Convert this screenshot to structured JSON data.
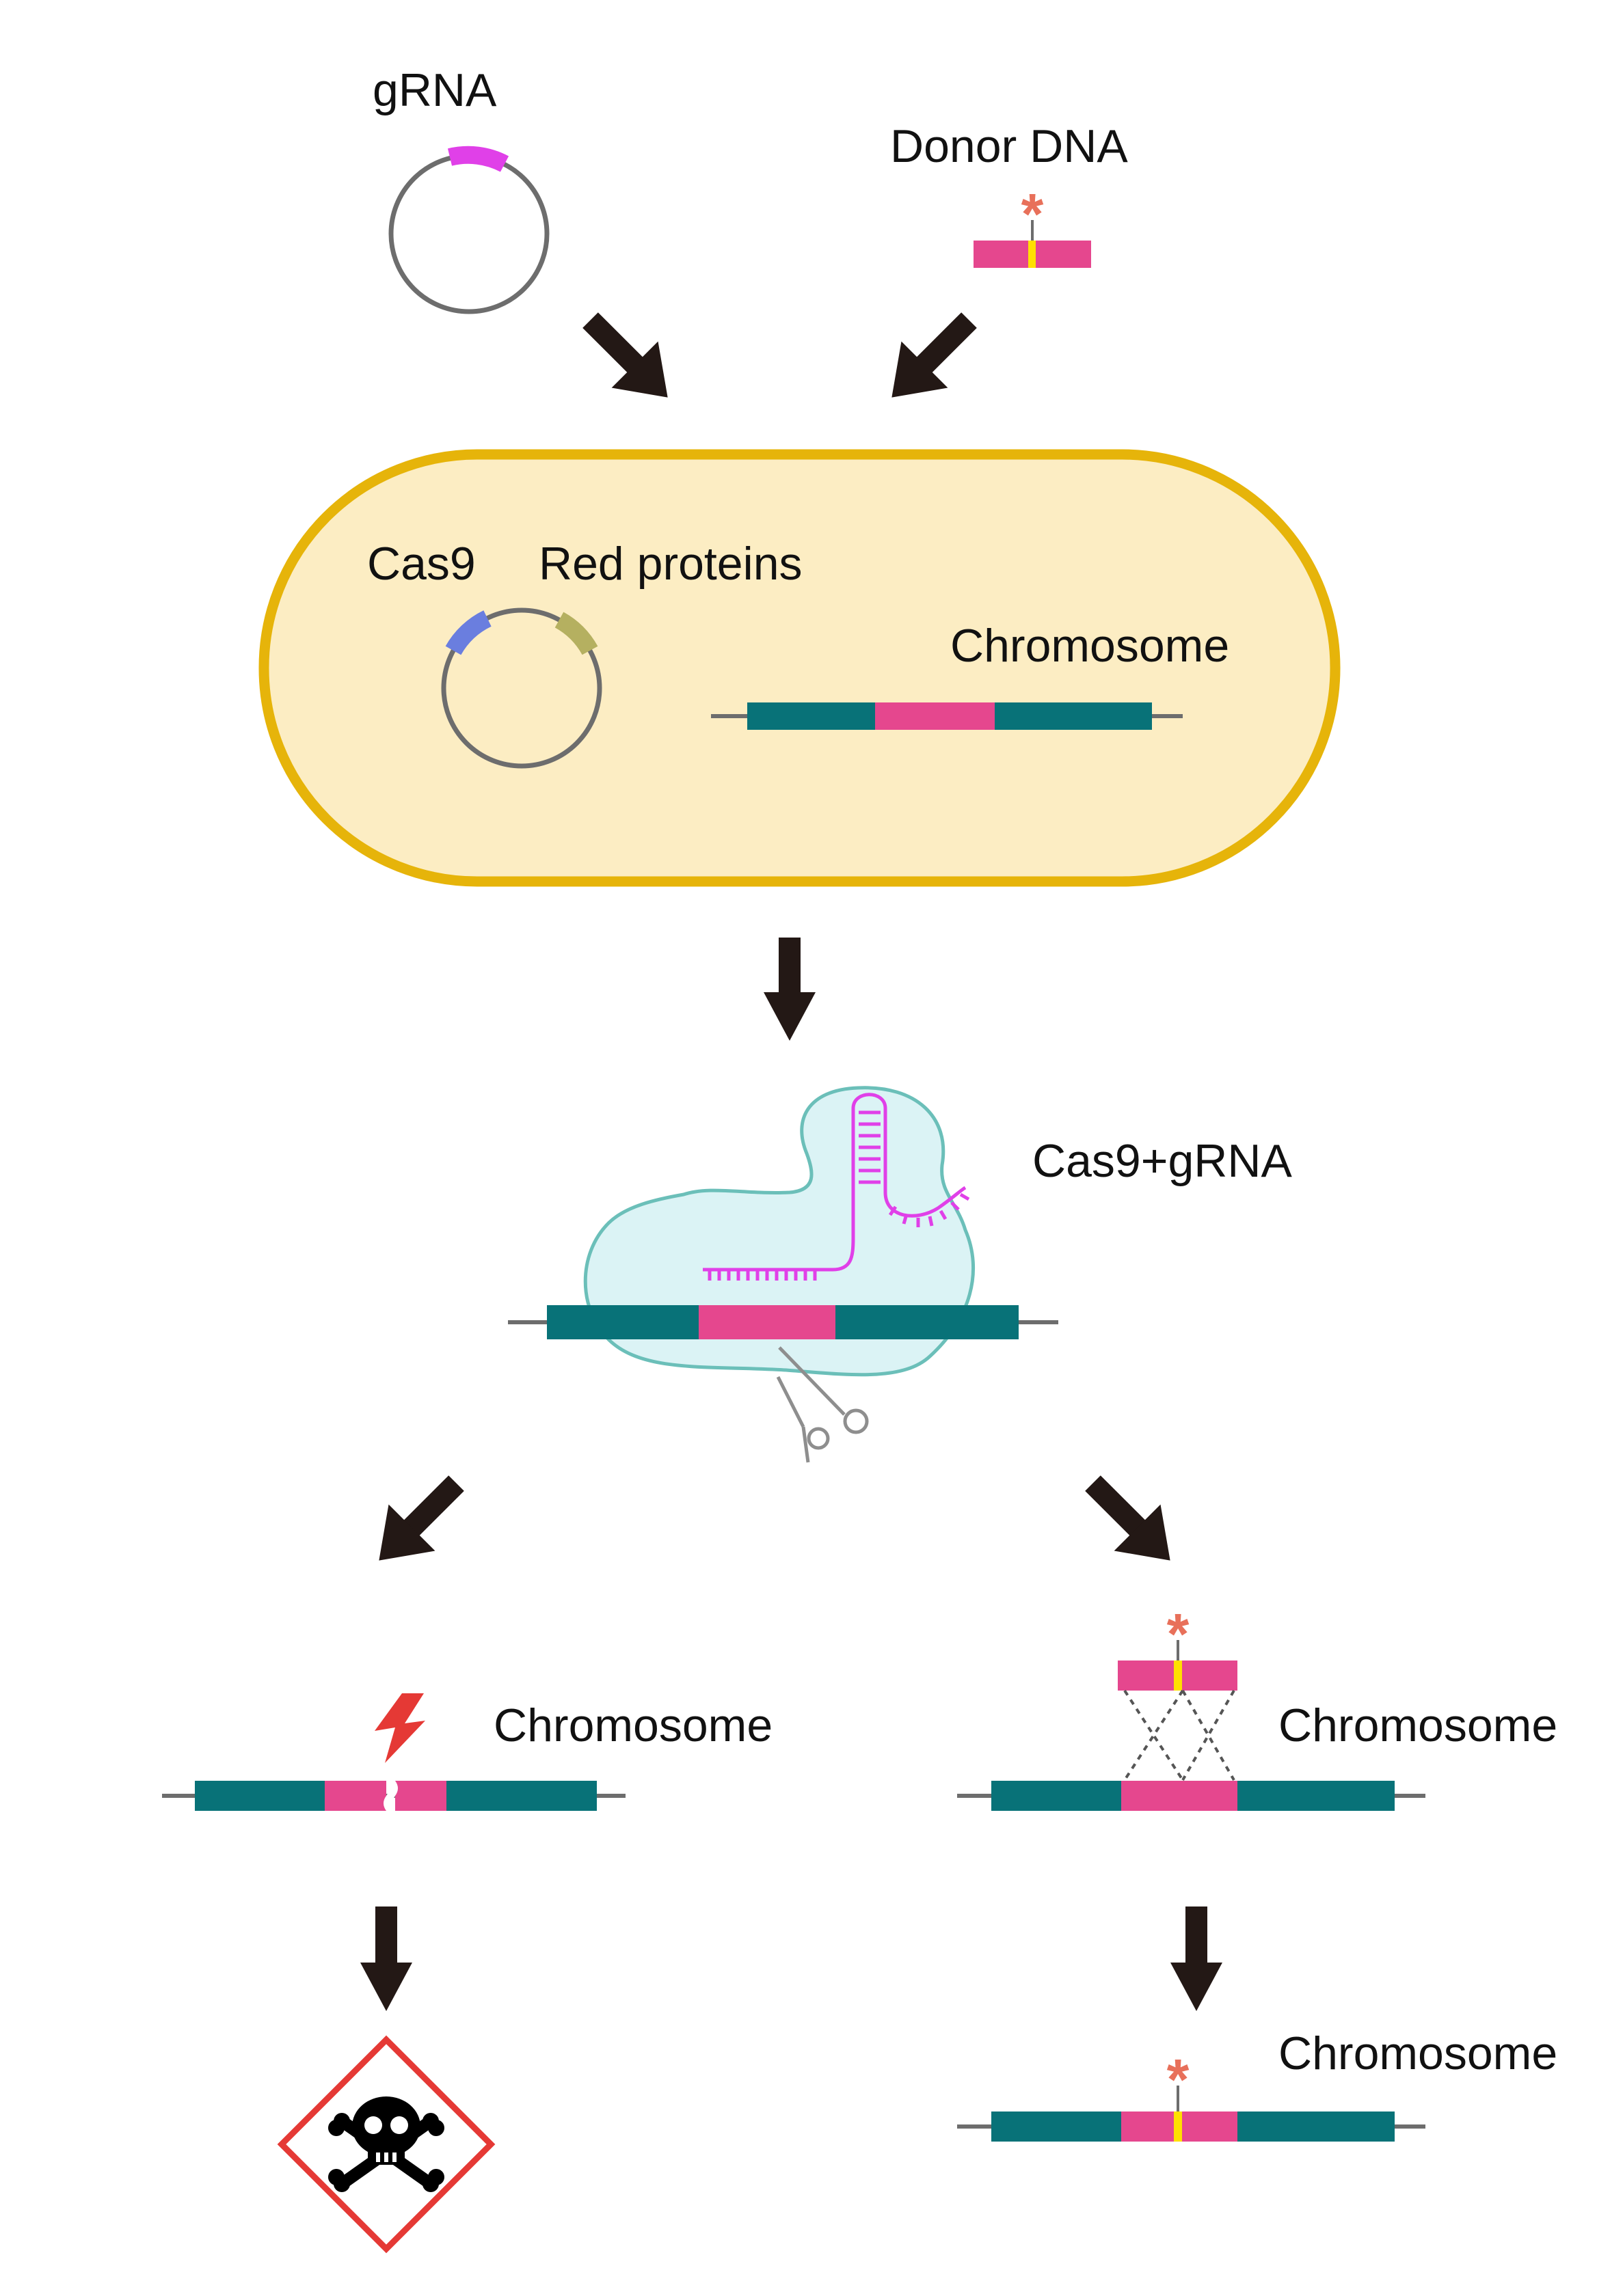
{
  "labels": {
    "grna": "gRNA",
    "donor_dna": "Donor DNA",
    "cas9": "Cas9",
    "red_proteins": "Red proteins",
    "chromosome": "Chromosome",
    "cas9_grna": "Cas9+gRNA"
  },
  "marks": {
    "mutation": "*"
  },
  "colors": {
    "teal_dna": "#087278",
    "pink_target": "#E5478E",
    "magenta_grna": "#E040E8",
    "cas9_blue": "#6A7EDF",
    "red_olive": "#B5B060",
    "cell_fill": "#FCEDC3",
    "cell_border": "#E6B40A",
    "complex_fill": "#DBF3F5",
    "complex_border": "#6BBFB9",
    "mutation_yellow": "#FFE000",
    "asterisk": "#E8705A",
    "arrow": "#231815",
    "danger_red": "#E53935",
    "line_grey": "#6D6D6D"
  },
  "icons": [
    "scissors-icon",
    "lightning-icon",
    "skull-crossbones-icon"
  ]
}
